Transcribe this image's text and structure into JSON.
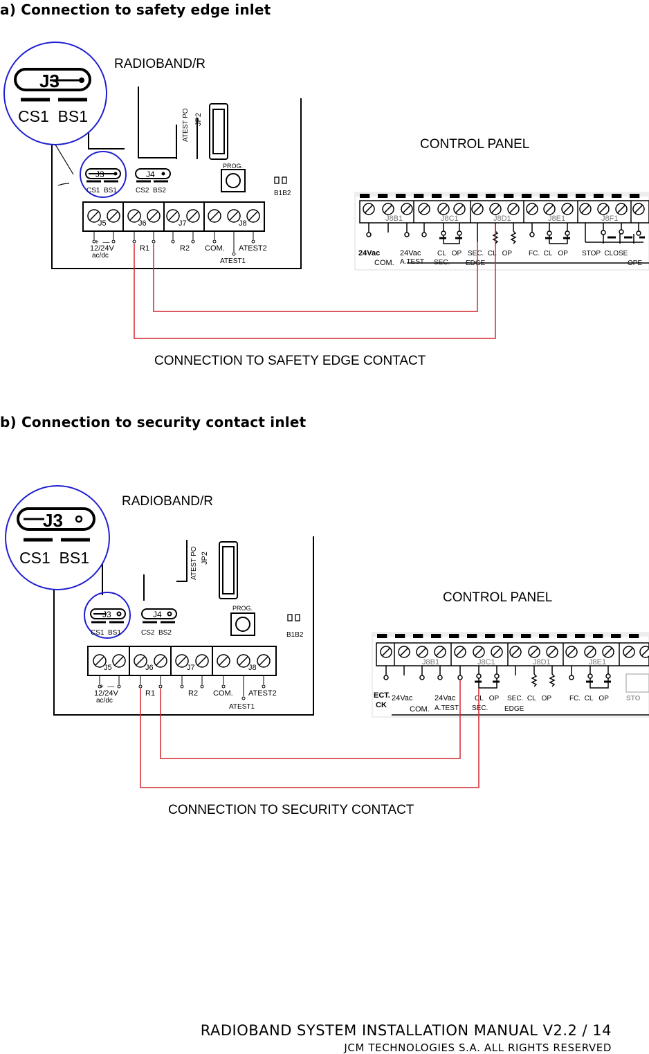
{
  "page": {
    "section_a_title": "a) Connection to safety edge inlet",
    "section_b_title": "b) Connection to security contact inlet",
    "footer_main": "RADIOBAND SYSTEM INSTALLATION MANUAL V2.2 / 14",
    "footer_sub": "JCM TECHNOLOGIES S.A. ALL RIGHTS RESERVED"
  },
  "colors": {
    "wire": "#d3262b",
    "highlight_circle": "#1f1fd1",
    "ink": "#000000"
  },
  "diagram_a": {
    "board_title": "RADIOBAND/R",
    "zoom_jumper": "J3",
    "zoom_pins": "CS1  BS1",
    "jumper_j3": "J3",
    "jumper_j4": "J4",
    "j3_pins": "CS1  BS1",
    "j4_pins": "CS2  BS2",
    "atest_po": "ATEST PO",
    "jp2": "JP2",
    "prog": "PROG.",
    "b1b2": "B1B2",
    "terminals": [
      "J5",
      "J6",
      "J7",
      "J8"
    ],
    "supply_sign": "+  —",
    "supply": "12/24V",
    "supply_type": "ac/dc",
    "r1": "R1",
    "r2": "R2",
    "com": "COM.",
    "atest2": "ATEST2",
    "atest1": "ATEST1",
    "panel_title": "CONTROL PANEL",
    "panel_blocks": [
      "J8B1",
      "J8C1",
      "J8D1",
      "J8E1",
      "J8F1"
    ],
    "p_24vac_a": "24Vac",
    "p_com": "COM.",
    "p_24vac_b": "24Vac",
    "p_atest": "A.TEST",
    "p_cl_op_1": "CL   OP",
    "p_sec": "SEC.",
    "p_sec_cl_op": "SEC.  CL   OP",
    "p_edge": "EDGE",
    "p_fc_cl_op": "FC.  CL   OP",
    "p_stop_close": "STOP  CLOSE",
    "p_ope": "OPE",
    "connection_label": "CONNECTION TO SAFETY EDGE CONTACT"
  },
  "diagram_b": {
    "board_title": "RADIOBAND/R",
    "zoom_jumper": "J3",
    "zoom_pins": "CS1  BS1",
    "jumper_j3": "J3",
    "jumper_j4": "J4",
    "j3_pins": "CS1  BS1",
    "j4_pins": "CS2  BS2",
    "atest_po": "ATEST PO",
    "jp2": "JP2",
    "prog": "PROG.",
    "b1b2": "B1B2",
    "terminals": [
      "J5",
      "J6",
      "J7",
      "J8"
    ],
    "supply_sign": "+  —",
    "supply": "12/24V",
    "supply_type": "ac/dc",
    "r1": "R1",
    "r2": "R2",
    "com": "COM.",
    "atest2": "ATEST2",
    "atest1": "ATEST1",
    "panel_title": "CONTROL PANEL",
    "panel_blocks": [
      "J8B1",
      "J8C1",
      "J8D1",
      "J8E1"
    ],
    "p_ect": "ECT.",
    "p_ck": "CK",
    "p_24vac_a": "24Vac",
    "p_com": "COM.",
    "p_24vac_b": "24Vac",
    "p_atest": "A.TEST",
    "p_cl_op_1": "CL   OP",
    "p_sec": "SEC.",
    "p_sec_cl_op": "SEC.  CL   OP",
    "p_edge": "EDGE",
    "p_fc_cl_op": "FC.  CL   OP",
    "p_stop": "STO",
    "connection_label": "CONNECTION TO SECURITY CONTACT"
  }
}
